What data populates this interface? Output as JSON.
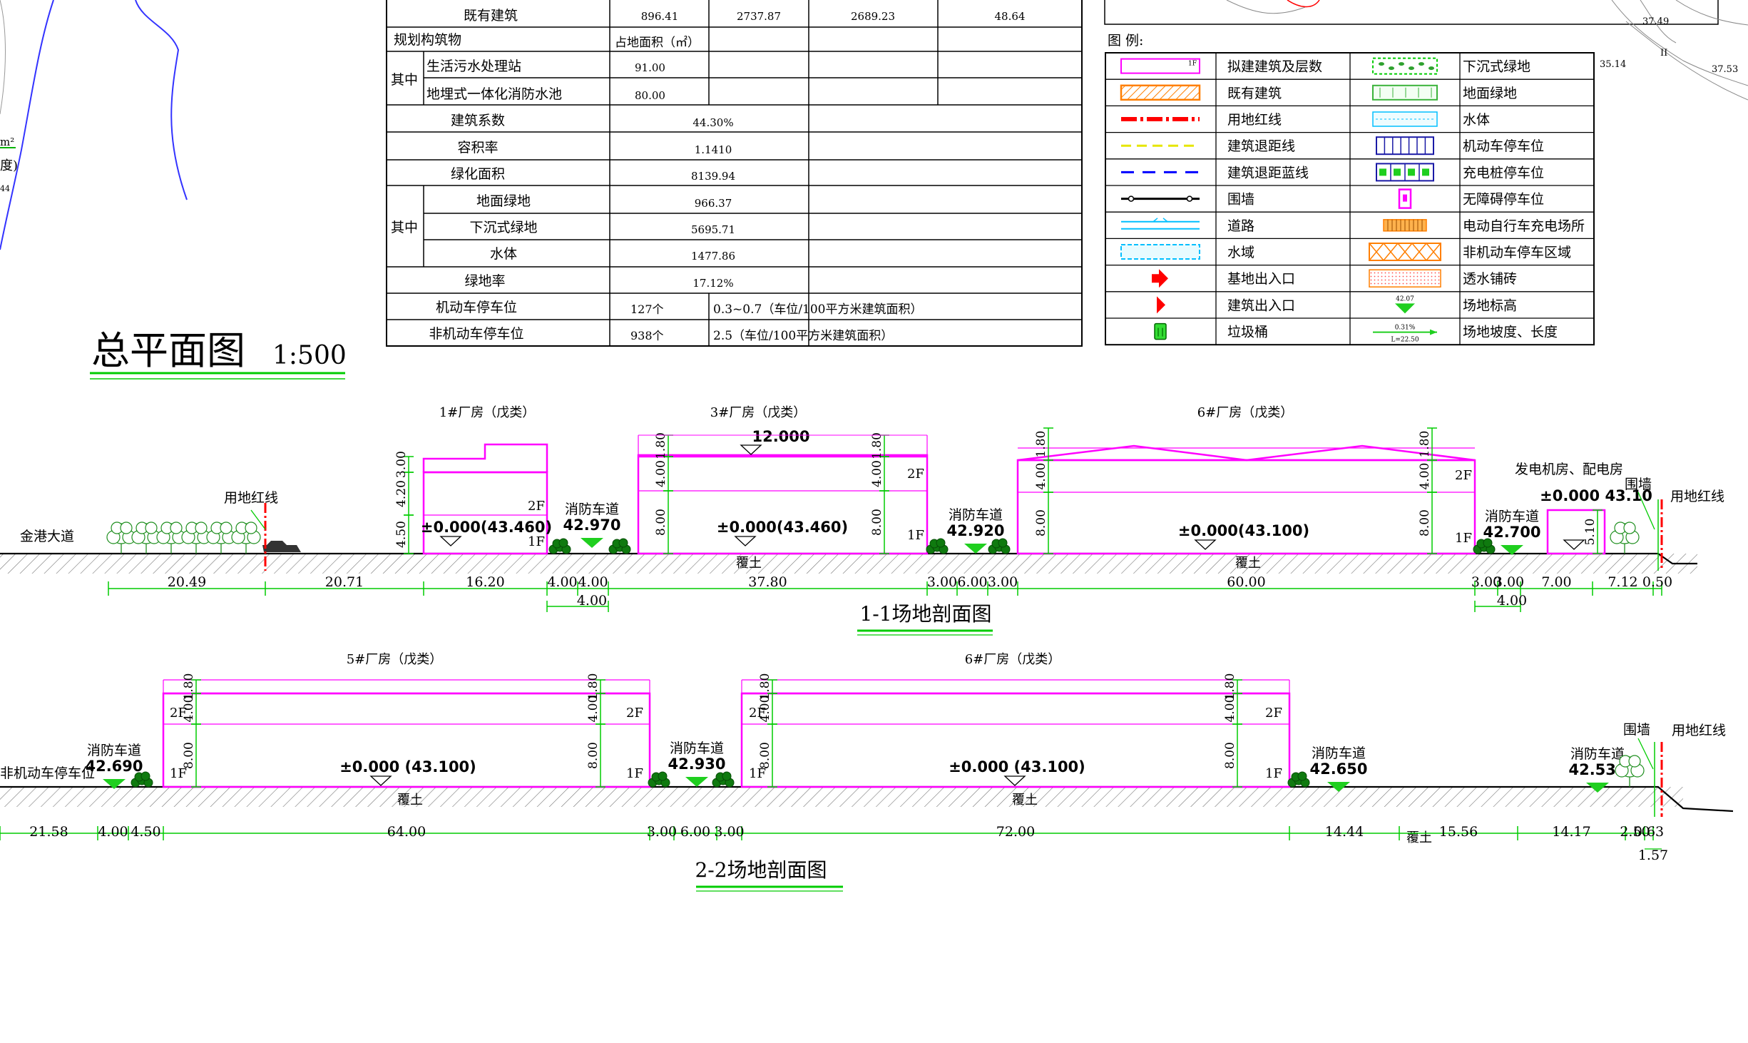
{
  "colors": {
    "magenta": "#ff00ff",
    "green": "#00cc00",
    "dark_green": "#007a00",
    "red": "#ff0000",
    "orange": "#ff7f00",
    "blue": "#0000ff",
    "cyan": "#00bfff",
    "yellow": "#e6e600",
    "black": "#000000"
  },
  "stats_table": {
    "existing_row": {
      "label": "既有建筑",
      "values": [
        "896.41",
        "2737.87",
        "2689.23",
        "48.64"
      ]
    },
    "structures_header": {
      "label": "规划构筑物",
      "col": "占地面积（㎡）"
    },
    "structures_group": "其中",
    "structures": [
      {
        "label": "生活污水处理站",
        "value": "91.00"
      },
      {
        "label": "地埋式一体化消防水池",
        "value": "80.00"
      }
    ],
    "simple_rows": [
      {
        "label": "建筑系数",
        "value": "44.30%"
      },
      {
        "label": "容积率",
        "value": "1.1410"
      },
      {
        "label": "绿化面积",
        "value": "8139.94"
      }
    ],
    "green_group": "其中",
    "green_rows": [
      {
        "label": "地面绿地",
        "value": "966.37"
      },
      {
        "label": "下沉式绿地",
        "value": "5695.71"
      },
      {
        "label": "水体",
        "value": "1477.86"
      }
    ],
    "green_rate": {
      "label": "绿地率",
      "value": "17.12%"
    },
    "parking_rows": [
      {
        "label": "机动车停车位",
        "count": "127个",
        "note": "0.3~0.7（车位/100平方米建筑面积）"
      },
      {
        "label": "非机动车停车位",
        "count": "938个",
        "note": "2.5（车位/100平方米建筑面积）"
      }
    ]
  },
  "legend": {
    "title": "图 例:",
    "left": [
      {
        "label": "拟建建筑及层数",
        "symbol": "proposed-building",
        "tag": "1F"
      },
      {
        "label": "既有建筑",
        "symbol": "existing-building"
      },
      {
        "label": "用地红线",
        "symbol": "red-line"
      },
      {
        "label": "建筑退距线",
        "symbol": "yellow-dash"
      },
      {
        "label": "建筑退距蓝线",
        "symbol": "blue-dash"
      },
      {
        "label": "围墙",
        "symbol": "fence"
      },
      {
        "label": "道路",
        "symbol": "road"
      },
      {
        "label": "水域",
        "symbol": "water-area"
      },
      {
        "label": "基地出入口",
        "symbol": "site-entrance-arrow"
      },
      {
        "label": "建筑出入口",
        "symbol": "building-entrance-arrow"
      },
      {
        "label": "垃圾桶",
        "symbol": "trash-bin"
      }
    ],
    "right": [
      {
        "label": "下沉式绿地",
        "symbol": "sunken-green"
      },
      {
        "label": "地面绿地",
        "symbol": "ground-green"
      },
      {
        "label": "水体",
        "symbol": "water-body"
      },
      {
        "label": "机动车停车位",
        "symbol": "car-parking"
      },
      {
        "label": "充电桩停车位",
        "symbol": "charging-parking"
      },
      {
        "label": "无障碍停车位",
        "symbol": "accessible-parking"
      },
      {
        "label": "电动自行车充电场所",
        "symbol": "ebike-charging"
      },
      {
        "label": "非机动车停车区域",
        "symbol": "bike-parking"
      },
      {
        "label": "透水铺砖",
        "symbol": "permeable-paving"
      },
      {
        "label": "场地标高",
        "symbol": "site-elevation",
        "tag": "42.07"
      },
      {
        "label": "场地坡度、长度",
        "symbol": "slope",
        "tag": "0.31%",
        "tag2": "L=22.50"
      }
    ]
  },
  "left_fragment": {
    "area_unit": "m²",
    "paren": "度)",
    "small": "44"
  },
  "map_fragment": {
    "labels": [
      "37.49",
      "35.14",
      "37.53",
      "II"
    ]
  },
  "plan_title": {
    "main": "总平面图",
    "scale": "1:500"
  },
  "section1": {
    "title": "1-1场地剖面图",
    "road_name": "金港大道",
    "red_line_left": "用地红线",
    "red_line_right": "用地红线",
    "fence": "围墙",
    "power_house": "发电机房、配电房",
    "power_elev": "±0.000 43.10",
    "power_height": "5.10",
    "buildings": [
      {
        "name": "1#厂房（戊类）",
        "elev": "±0.000(43.460)",
        "floors": [
          "1F",
          "2F"
        ],
        "heights": [
          "4.50",
          "4.20",
          "3.00"
        ]
      },
      {
        "name": "3#厂房（戊类）",
        "elev": "±0.000(43.460)",
        "roof": "12.000",
        "floors": [
          "1F",
          "2F"
        ],
        "heights": [
          "8.00",
          "4.00",
          "1.80"
        ]
      },
      {
        "name": "6#厂房（戊类）",
        "elev": "±0.000(43.100)",
        "floors": [
          "1F",
          "2F"
        ],
        "heights": [
          "8.00",
          "4.00",
          "1.80"
        ]
      }
    ],
    "fire_lanes": [
      {
        "label": "消防车道",
        "elev": "42.970"
      },
      {
        "label": "消防车道",
        "elev": "42.920"
      },
      {
        "label": "消防车道",
        "elev": "42.700"
      }
    ],
    "fill_label": "覆土",
    "dims": [
      "20.49",
      "20.71",
      "16.20",
      "4.00",
      "4.00",
      "37.80",
      "3.00",
      "6.00",
      "3.00",
      "60.00",
      "3.00",
      "3.00",
      "7.00",
      "7.12",
      "0.50"
    ],
    "sub_dims": [
      "4.00",
      "4.00"
    ]
  },
  "section2": {
    "title": "2-2场地剖面图",
    "left_label": "非机动车停车位",
    "fence": "围墙",
    "red_line": "用地红线",
    "buildings": [
      {
        "name": "5#厂房（戊类）",
        "elev": "±0.000 (43.100)",
        "floors": [
          "1F",
          "2F"
        ],
        "heights": [
          "8.00",
          "4.00",
          "1.80"
        ]
      },
      {
        "name": "6#厂房（戊类）",
        "elev": "±0.000 (43.100)",
        "floors": [
          "1F",
          "2F"
        ],
        "heights": [
          "8.00",
          "4.00",
          "1.80"
        ]
      }
    ],
    "fire_lanes": [
      {
        "label": "消防车道",
        "elev": "42.690"
      },
      {
        "label": "消防车道",
        "elev": "42.930"
      },
      {
        "label": "消防车道",
        "elev": "42.650"
      },
      {
        "label": "消防车道",
        "elev": "42.530"
      }
    ],
    "fill_label": "覆土",
    "dims": [
      "21.58",
      "4.00",
      "4.50",
      "64.00",
      "3.00",
      "6.00",
      "3.00",
      "72.00",
      "14.44",
      "15.56",
      "14.17",
      "2.50",
      "0.63"
    ],
    "sub_dims": [
      "1.57"
    ]
  }
}
